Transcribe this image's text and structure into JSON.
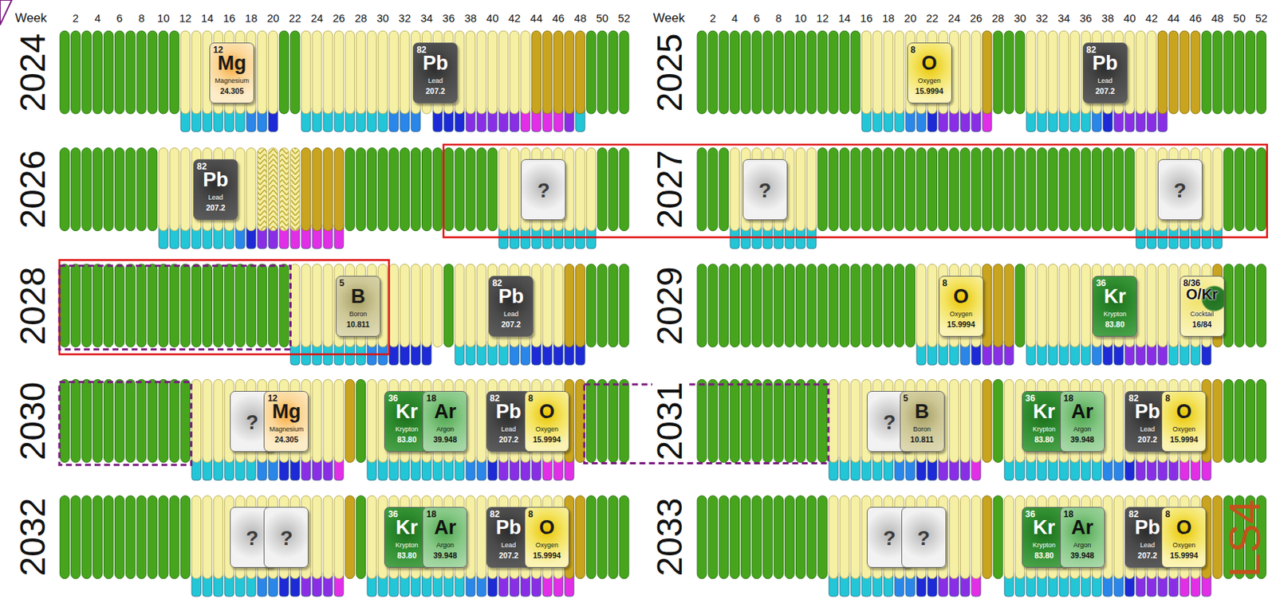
{
  "diagram": {
    "nodes": [
      {
        "text": [
          "12",
          "Mg",
          "Magnesium",
          "24.305"
        ]
      },
      {
        "text": [
          "82",
          "Pb",
          "Lead",
          "207.2"
        ]
      },
      {
        "text": [
          "8",
          "O",
          "Oxygen",
          "15.9994"
        ]
      },
      {
        "text": [
          "82",
          "Pb",
          "Lead",
          "207.2"
        ]
      },
      {
        "text": [
          "82",
          "Pb",
          "Lead",
          "207.2"
        ]
      },
      {
        "text": [
          "?"
        ]
      },
      {
        "text": [
          "?"
        ]
      },
      {
        "text": [
          "?"
        ]
      },
      {
        "text": [
          "5",
          "B",
          "Boron",
          "10.811"
        ]
      },
      {
        "text": [
          "82",
          "Pb",
          "Lead",
          "207.2"
        ]
      },
      {
        "text": [
          "8",
          "O",
          "Oxygen",
          "15.9994"
        ]
      },
      {
        "text": [
          "36",
          "Kr",
          "Krypton",
          "83.80"
        ]
      },
      {
        "text": [
          "8/36",
          "O/Kr",
          "Cocktail",
          "16/84"
        ]
      },
      {
        "text": [
          "?"
        ]
      },
      {
        "text": [
          "12",
          "Mg",
          "Magnesium",
          "24.305"
        ]
      },
      {
        "text": [
          "36",
          "Kr",
          "Krypton",
          "83.80"
        ]
      },
      {
        "text": [
          "18",
          "Ar",
          "Argon",
          "39.948"
        ]
      },
      {
        "text": [
          "82",
          "Pb",
          "Lead",
          "207.2"
        ]
      },
      {
        "text": [
          "8",
          "O",
          "Oxygen",
          "15.9994"
        ]
      },
      {
        "text": [
          "?"
        ]
      },
      {
        "text": [
          "5",
          "B",
          "Boron",
          "10.811"
        ]
      },
      {
        "text": [
          "36",
          "Kr",
          "Krypton",
          "83.80"
        ]
      },
      {
        "text": [
          "18",
          "Ar",
          "Argon",
          "39.948"
        ]
      },
      {
        "text": [
          "82",
          "Pb",
          "Lead",
          "207.2"
        ]
      },
      {
        "text": [
          "8",
          "O",
          "Oxygen",
          "15.9994"
        ]
      },
      {
        "text": [
          "?"
        ]
      },
      {
        "text": [
          "?"
        ]
      },
      {
        "text": [
          "36",
          "Kr",
          "Krypton",
          "83.80"
        ]
      },
      {
        "text": [
          "18",
          "Ar",
          "Argon",
          "39.948"
        ]
      },
      {
        "text": [
          "82",
          "Pb",
          "Lead",
          "207.2"
        ]
      },
      {
        "text": [
          "8",
          "O",
          "Oxygen",
          "15.9994"
        ]
      },
      {
        "text": [
          "?"
        ]
      },
      {
        "text": [
          "?"
        ]
      },
      {
        "text": [
          "36",
          "Kr",
          "Krypton",
          "83.80"
        ]
      },
      {
        "text": [
          "18",
          "Ar",
          "Argon",
          "39.948"
        ]
      },
      {
        "text": [
          "82",
          "Pb",
          "Lead",
          "207.2"
        ]
      },
      {
        "text": [
          "8",
          "O",
          "Oxygen",
          "15.9994"
        ]
      }
    ],
    "labels": [
      "Week",
      "2",
      "4",
      "6",
      "8",
      "10",
      "12",
      "14",
      "16",
      "18",
      "20",
      "22",
      "24",
      "26",
      "28",
      "30",
      "32",
      "34",
      "36",
      "38",
      "40",
      "42",
      "44",
      "46",
      "48",
      "50",
      "52",
      "Week",
      "2",
      "4",
      "6",
      "8",
      "10",
      "12",
      "14",
      "16",
      "18",
      "20",
      "22",
      "24",
      "26",
      "28",
      "30",
      "32",
      "34",
      "36",
      "38",
      "40",
      "42",
      "44",
      "46",
      "48",
      "50",
      "52",
      "2024",
      "2025",
      "2026",
      "2027",
      "2028",
      "2029",
      "2030",
      "2031",
      "2032",
      "2033",
      "LS4"
    ]
  }
}
